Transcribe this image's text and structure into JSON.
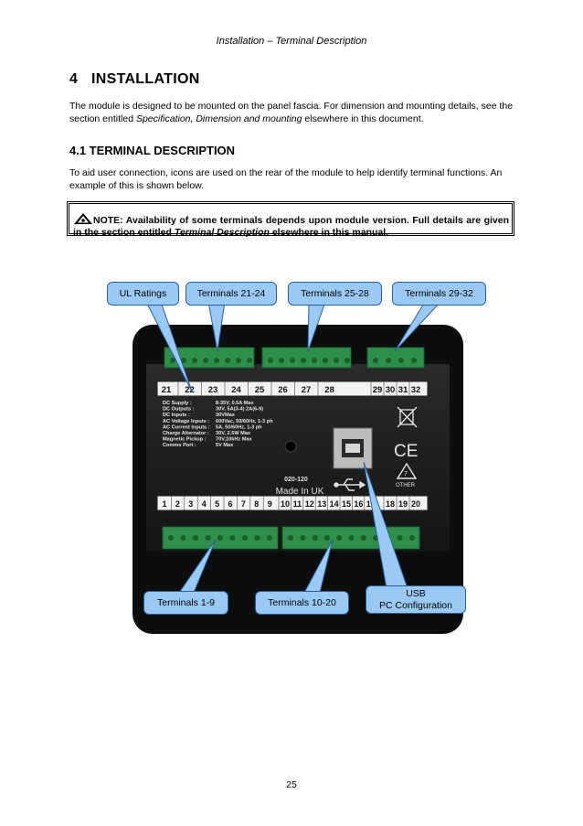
{
  "header": "Installation – Terminal Description",
  "section": {
    "number": "4",
    "title": "INSTALLATION"
  },
  "intro": {
    "before": "The module is designed to be mounted on the panel fascia. For dimension and mounting details, see the section entitled ",
    "emph": "Specification, Dimension and mounting",
    "after": " elsewhere in this document."
  },
  "subsection": {
    "title": "4.1 TERMINAL DESCRIPTION"
  },
  "sub_para": "To aid user connection, icons are used on the rear of the module to help identify terminal functions. An example of this is shown below.",
  "note": {
    "label": "NOTE:",
    "text1": " Availability of some terminals depends upon module version. Full details are given in the section entitled ",
    "emph": "Terminal Description",
    "text2": " elsewhere in this manual."
  },
  "callouts": {
    "ul_ratings": "UL Ratings",
    "t21_24": "Terminals 21-24",
    "t25_28": "Terminals 25-28",
    "t29_32": "Terminals 29-32",
    "t1_9": "Terminals 1-9",
    "t10_20": "Terminals 10-20",
    "usb_line1": "USB",
    "usb_line2": "PC Configuration"
  },
  "module": {
    "top_numbers": [
      "21",
      "22",
      "23",
      "24",
      "25",
      "26",
      "27",
      "28",
      "29",
      "30",
      "31",
      "32"
    ],
    "bottom_numbers": [
      "1",
      "2",
      "3",
      "4",
      "5",
      "6",
      "7",
      "8",
      "9",
      "10",
      "11",
      "12",
      "13",
      "14",
      "15",
      "16",
      "17",
      "18",
      "19",
      "20"
    ],
    "ratings_labels": [
      "DC Supply :",
      "DC Outputs :",
      "DC Inputs :",
      "AC Voltage Inputs :",
      "AC Current Inputs :",
      "Charge Alternator :",
      "Magnetic Pickup :",
      "Comms Port :"
    ],
    "ratings_values": [
      "8-35V, 0.5A Max",
      "30V, 5A(3-4) 2A(6-9)",
      "30VMax",
      "600Vac, 50/60Hz, 1-3 ph",
      "5A, 50/60Hz, 1-3 ph",
      "30V, 2.5W Max",
      "70V,10kHz Max",
      "5V Max"
    ],
    "model": "020-120",
    "made_in": "Made In UK",
    "recycle_label": "OTHER",
    "ce_mark": "CE",
    "recycle_number": "7"
  },
  "page_number": "25",
  "colors": {
    "callout_fill": "#9bc9f5",
    "callout_border": "#2b5f9b",
    "module_body": "#1f1f1f",
    "terminal_green": "#2f8f4a"
  }
}
